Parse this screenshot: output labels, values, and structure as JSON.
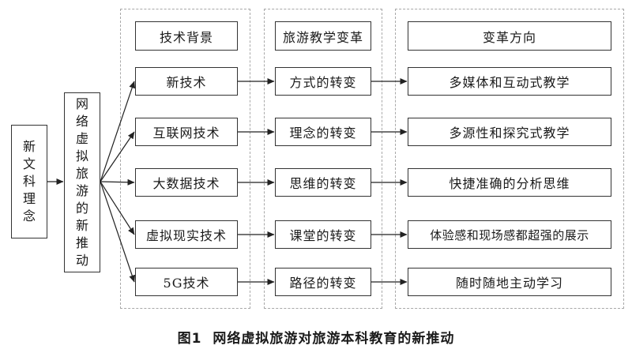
{
  "root_concept": "新文科理念",
  "center_node": "网络虚拟旅游的新推动",
  "columns": {
    "tech": {
      "header": "技术背景",
      "items": [
        "新技术",
        "互联网技术",
        "大数据技术",
        "虚拟现实技术",
        "5G技术"
      ]
    },
    "reform": {
      "header": "旅游教学变革",
      "items": [
        "方式的转变",
        "理念的转变",
        "思维的转变",
        "课堂的转变",
        "路径的转变"
      ]
    },
    "direction": {
      "header": "变革方向",
      "items": [
        "多媒体和互动式教学",
        "多源性和探究式教学",
        "快捷准确的分析思维",
        "体验感和现场感都超强的展示",
        "随时随地主动学习"
      ]
    }
  },
  "caption": {
    "label": "图1",
    "text": "网络虚拟旅游对旅游本科教育的新推动"
  }
}
